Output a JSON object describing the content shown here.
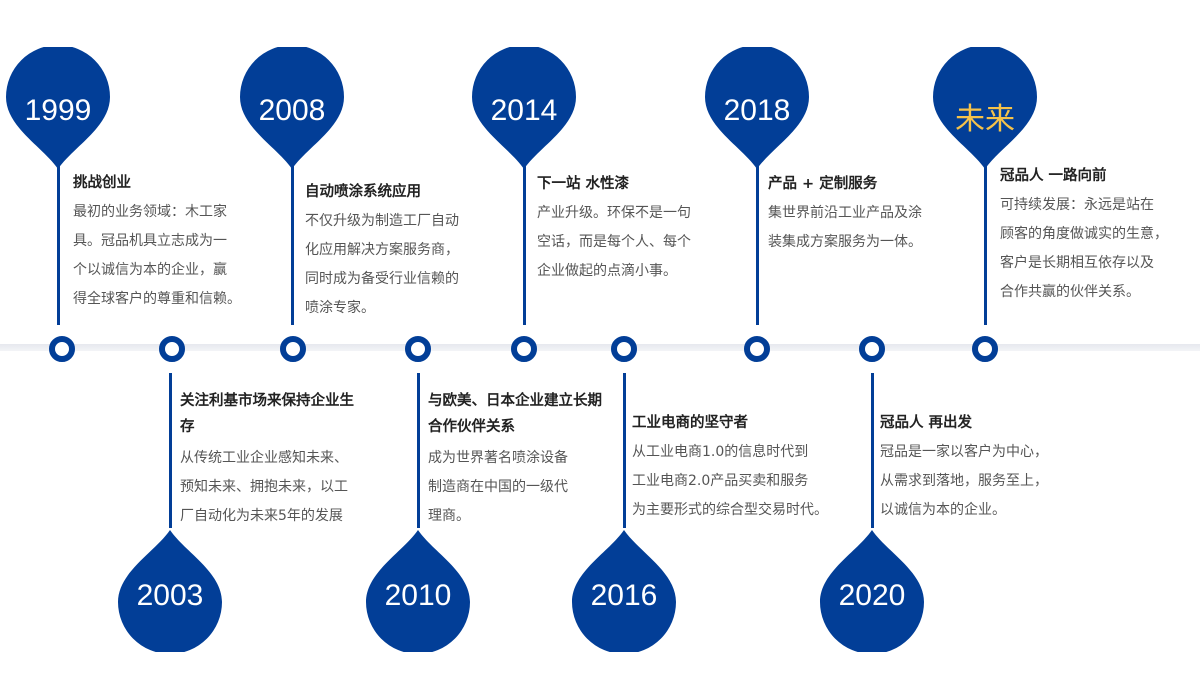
{
  "colors": {
    "primary": "#023e97",
    "future": "#f5c24a",
    "axis": "#e6e8ee"
  },
  "events": [
    {
      "year": "1999",
      "title": "挑战创业",
      "lines": [
        "最初的业务领域：木工家",
        "具。冠品机具立志成为一",
        "个以诚信为本的企业，赢",
        "得全球客户的尊重和信赖。"
      ]
    },
    {
      "year": "2003",
      "title": "关注利基市场来保持企业生存",
      "lines": [
        "从传统工业企业感知未来、",
        "预知未来、拥抱未来，以工",
        "厂自动化为未来5年的发展"
      ]
    },
    {
      "year": "2008",
      "title": "自动喷涂系统应用",
      "lines": [
        "不仅升级为制造工厂自动",
        "化应用解决方案服务商，",
        "同时成为备受行业信赖的",
        "喷涂专家。"
      ]
    },
    {
      "year": "2010",
      "title": "与欧美、日本企业建立长期合作伙伴关系",
      "lines": [
        "成为世界著名喷涂设备",
        "制造商在中国的一级代",
        "理商。"
      ]
    },
    {
      "year": "2014",
      "title": "下一站  水性漆",
      "lines": [
        "产业升级。环保不是一句",
        "空话，而是每个人、每个",
        "企业做起的点滴小事。"
      ]
    },
    {
      "year": "2016",
      "title": "工业电商的坚守者",
      "lines": [
        "从工业电商1.0的信息时代到",
        "工业电商2.0产品买卖和服务",
        "为主要形式的综合型交易时代。"
      ]
    },
    {
      "year": "2018",
      "title": "产品 + 定制服务",
      "lines": [
        "集世界前沿工业产品及涂",
        "装集成方案服务为一体。"
      ]
    },
    {
      "year": "2020",
      "title": "冠品人   再出发",
      "lines": [
        "冠品是一家以客户为中心，",
        "从需求到落地，服务至上，",
        "以诚信为本的企业。"
      ]
    },
    {
      "year": "未来",
      "title": "冠品人   一路向前",
      "lines": [
        "可持续发展：永远是站在",
        "顾客的角度做诚实的生意，",
        "客户是长期相互依存以及",
        "合作共赢的伙伴关系。"
      ]
    }
  ]
}
